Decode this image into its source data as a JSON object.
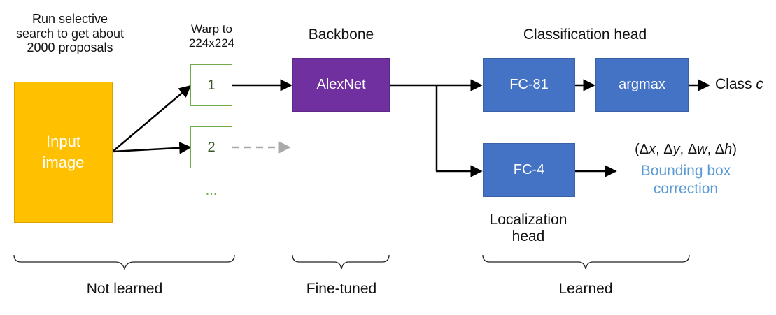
{
  "input": {
    "caption": "Run selective search to get about 2000 proposals",
    "box_label": "Input image"
  },
  "warp": {
    "caption": "Warp to 224x224",
    "proposal_1": "1",
    "proposal_2": "2",
    "ellipsis": "..."
  },
  "backbone": {
    "title": "Backbone",
    "box_label": "AlexNet"
  },
  "classification": {
    "title": "Classification head",
    "fc_label": "FC-81",
    "argmax_label": "argmax",
    "output_prefix": "Class ",
    "output_var": "c"
  },
  "localization": {
    "title": "Localization head",
    "fc_label": "FC-4",
    "deltas": {
      "dx": "x",
      "dy": "y",
      "dw": "w",
      "dh": "h"
    },
    "output_label": "Bounding box correction"
  },
  "groups": {
    "not_learned": "Not learned",
    "fine_tuned": "Fine-tuned",
    "learned": "Learned"
  },
  "colors": {
    "input_box": "#ffc000",
    "backbone_box": "#7030a0",
    "head_boxes": "#4472c4",
    "proposal_border": "#70ad47",
    "bbox_text": "#5b9bd5"
  }
}
